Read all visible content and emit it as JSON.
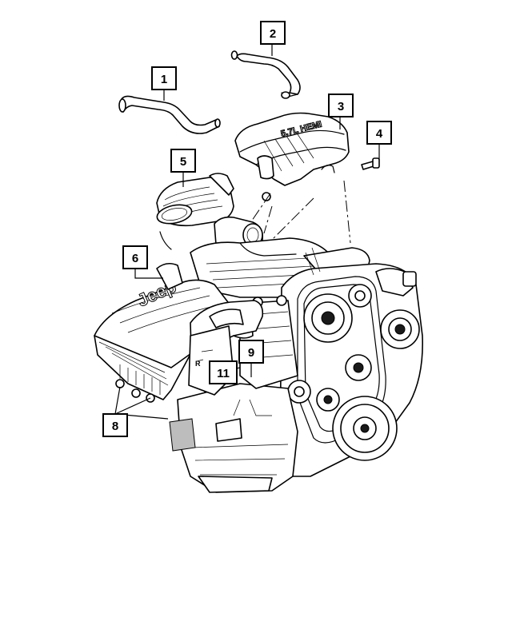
{
  "labels": [
    {
      "id": "1",
      "text": "1"
    },
    {
      "id": "2",
      "text": "2"
    },
    {
      "id": "3",
      "text": "3"
    },
    {
      "id": "4",
      "text": "4"
    },
    {
      "id": "5",
      "text": "5"
    },
    {
      "id": "6",
      "text": "6"
    },
    {
      "id": "8",
      "text": "8"
    },
    {
      "id": "9",
      "text": "9"
    },
    {
      "id": "11",
      "text": "11"
    }
  ],
  "air_box_logo": "Jeep"
}
